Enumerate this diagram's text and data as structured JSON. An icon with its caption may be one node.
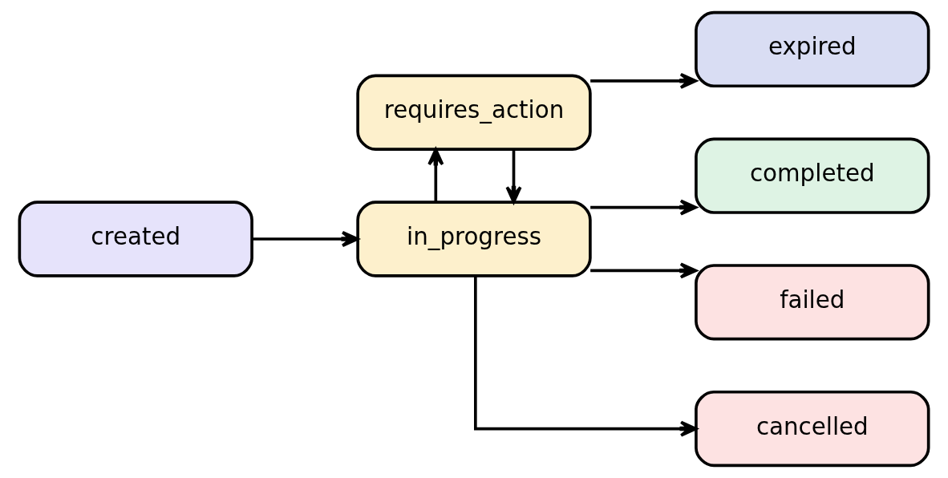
{
  "diagram": {
    "nodes": [
      {
        "text": [
          "created"
        ]
      },
      {
        "text": [
          "in_progress"
        ]
      },
      {
        "text": [
          "requires_action"
        ]
      },
      {
        "text": [
          "expired"
        ]
      },
      {
        "text": [
          "completed"
        ]
      },
      {
        "text": [
          "failed"
        ]
      },
      {
        "text": [
          "cancelled"
        ]
      }
    ],
    "edges": [
      {
        "from": 0,
        "to": 1,
        "arrow": "to"
      },
      {
        "from": 2,
        "to": 1,
        "arrow": "to"
      },
      {
        "from": 1,
        "to": 2,
        "arrow": "to"
      },
      {
        "from": 2,
        "to": 3,
        "arrow": "to"
      },
      {
        "from": 1,
        "to": 4,
        "arrow": "to"
      },
      {
        "from": 1,
        "to": 5,
        "arrow": "to"
      },
      {
        "from": 1,
        "to": 6,
        "arrow": "to"
      }
    ]
  }
}
